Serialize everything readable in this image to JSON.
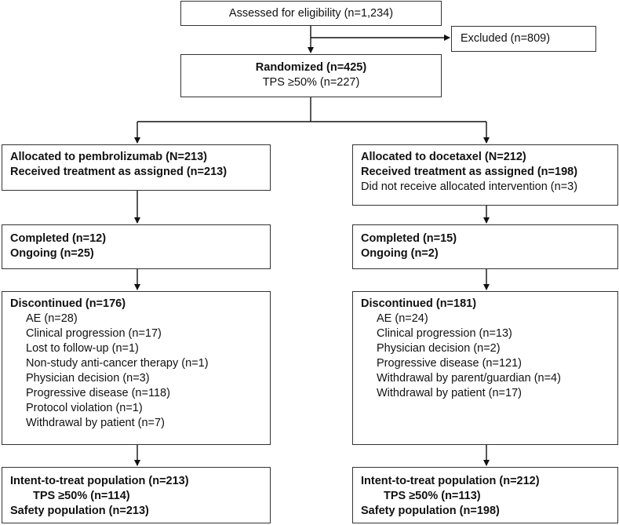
{
  "top": {
    "assessed": "Assessed for eligibility (n=1,234)",
    "excluded": "Excluded (n=809)",
    "randomized": "Randomized (n=425)",
    "randomized_tps": "TPS ≥50% (n=227)"
  },
  "left": {
    "allocated": "Allocated to pembrolizumab (N=213)",
    "received": "Received treatment as assigned (n=213)",
    "completed": "Completed (n=12)",
    "ongoing": "Ongoing (n=25)",
    "discontinued": "Discontinued (n=176)",
    "reasons": [
      "AE (n=28)",
      "Clinical progression (n=17)",
      "Lost to follow-up (n=1)",
      "Non-study anti-cancer therapy (n=1)",
      "Physician decision (n=3)",
      "Progressive disease (n=118)",
      "Protocol violation (n=1)",
      "Withdrawal by patient (n=7)"
    ],
    "itt": "Intent-to-treat population (n=213)",
    "itt_tps": "TPS ≥50% (n=114)",
    "safety": "Safety population (n=213)"
  },
  "right": {
    "allocated": "Allocated to docetaxel (N=212)",
    "received": "Received treatment as assigned (n=198)",
    "not_received": "Did not receive allocated intervention (n=3)",
    "completed": "Completed (n=15)",
    "ongoing": "Ongoing (n=2)",
    "discontinued": "Discontinued (n=181)",
    "reasons": [
      "AE (n=24)",
      "Clinical progression (n=13)",
      "Physician decision (n=2)",
      "Progressive disease (n=121)",
      "Withdrawal by parent/guardian (n=4)",
      "Withdrawal by patient (n=17)"
    ],
    "itt": "Intent-to-treat population (n=212)",
    "itt_tps": "TPS ≥50% (n=113)",
    "safety": "Safety population (n=198)"
  }
}
